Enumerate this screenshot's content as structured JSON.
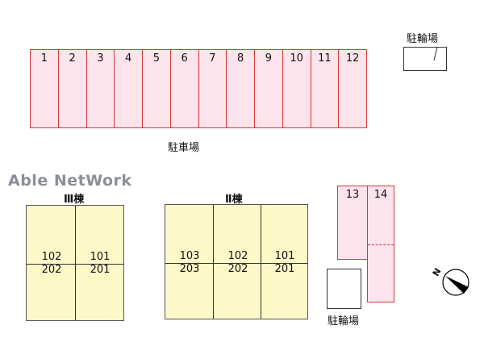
{
  "parking": {
    "label": "駐車場",
    "slots": [
      "1",
      "2",
      "3",
      "4",
      "5",
      "6",
      "7",
      "8",
      "9",
      "10",
      "11",
      "12"
    ]
  },
  "bike_top": {
    "label": "駐輪場"
  },
  "bike_bottom": {
    "label": "駐輪場"
  },
  "watermark": "Able NetWork",
  "building3": {
    "label": "Ⅲ棟",
    "units_upper": [
      "102",
      "101"
    ],
    "units_lower": [
      "202",
      "201"
    ]
  },
  "building2": {
    "label": "Ⅱ棟",
    "units_upper": [
      "103",
      "102",
      "101"
    ],
    "units_lower": [
      "203",
      "202",
      "201"
    ]
  },
  "side_parking": [
    "13",
    "14"
  ],
  "compass": {
    "letter": "N"
  },
  "colors": {
    "parking_fill": "#fde3ec",
    "parking_border": "#d23a3a",
    "building_fill": "#fdf8c8"
  }
}
